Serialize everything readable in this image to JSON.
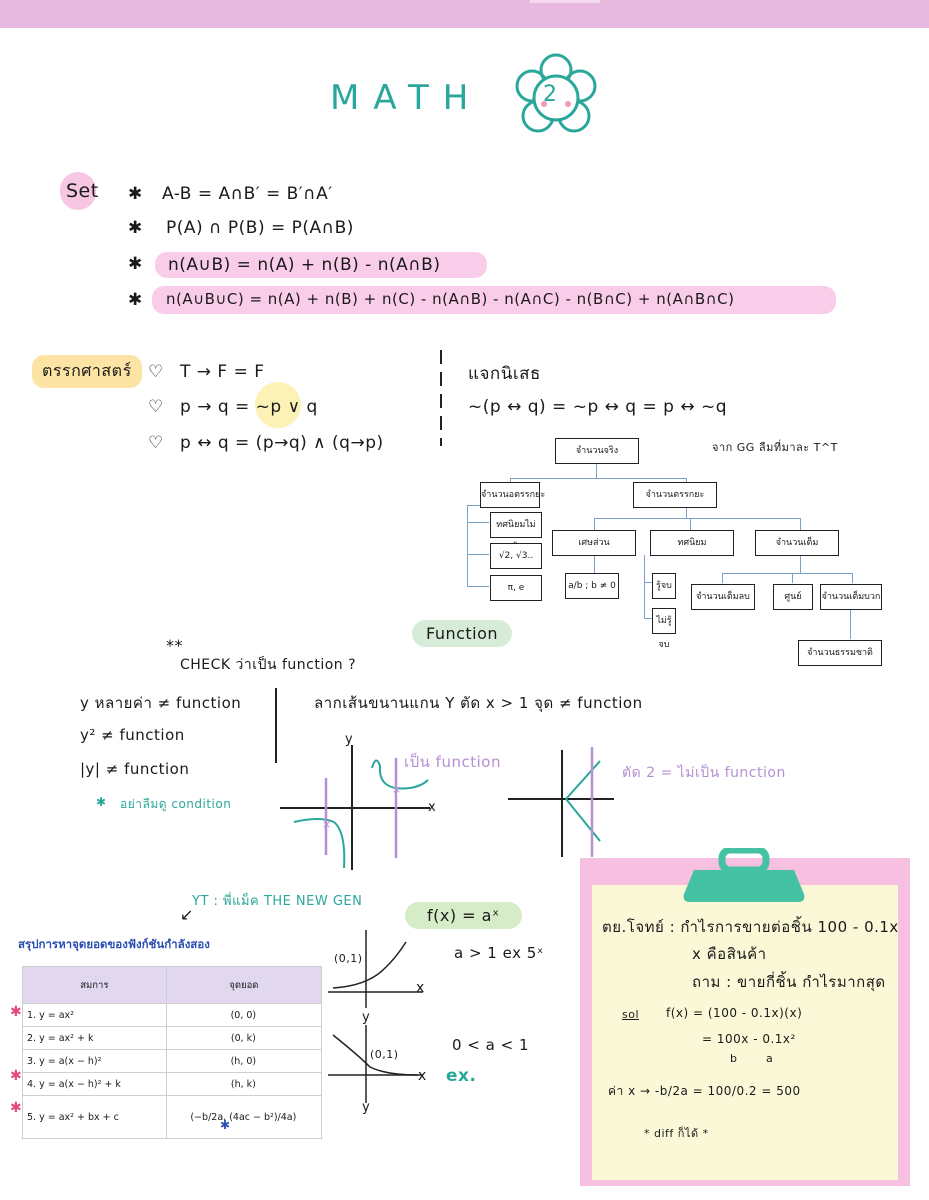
{
  "header": {
    "title": "MATH",
    "badge_number": "2"
  },
  "sets": {
    "tag": "Set",
    "lines": [
      "A-B  =  A∩B′  =  B′∩A′",
      "P(A) ∩ P(B)  =  P(A∩B)",
      "n(A∪B)  =  n(A) + n(B)  - n(A∩B)",
      "n(A∪B∪C)  =  n(A) + n(B) + n(C) - n(A∩B) - n(A∩C) - n(B∩C) + n(A∩B∩C)"
    ]
  },
  "logic": {
    "tag": "ตรรกศาสตร์",
    "lines": [
      "T → F  =  F",
      "p → q  =  ~p ∨ q",
      "p ↔ q  =  (p→q) ∧ (q→p)"
    ],
    "negation_title": "แจกนิเสธ",
    "negation_line": "~(p ↔ q)  =  ~p ↔ q  =  p ↔ ~q"
  },
  "number_tree": {
    "note": "จาก GG ลืมที่มาละ T^T",
    "root": "จำนวนจริง",
    "irrational": "จำนวนอตรรกยะ",
    "rational": "จำนวนตรรกยะ",
    "irr_children": [
      "ทศนิยมไม่ซ้ำ",
      "√2, √3..",
      "π, e"
    ],
    "fraction": "เศษส่วน",
    "fraction_form": "a/b ; b ≠ 0",
    "decimal": "ทศนิยม",
    "decimal_children": [
      "รู้จบ",
      "ไม่รู้จบ"
    ],
    "integer": "จำนวนเต็ม",
    "integer_children": [
      "จำนวนเต็มลบ",
      "ศูนย์",
      "จำนวนเต็มบวก"
    ],
    "natural": "จำนวนธรรมชาติ"
  },
  "function": {
    "tag": "Function",
    "check_title": "CHECK ว่าเป็น function ?",
    "stars": "**",
    "rules": [
      "y หลายค่า ≠ function",
      "y²  ≠  function",
      "|y|  ≠  function"
    ],
    "reminder": "อย่าลืมดู condition",
    "vertical_test": "ลากเส้นขนานแกน Y ตัด x > 1 จุด  ≠ function",
    "is_function": "เป็น function",
    "not_function": "ตัด 2 = ไม่เป็น function",
    "axis_x": "x",
    "axis_y": "y"
  },
  "vertex": {
    "yt_note": "YT : พี่แม็ค THE NEW GEN",
    "table_title": "สรุปการหาจุดยอดของฟังก์ชันกำลังสอง",
    "col_eq": "สมการ",
    "col_vertex": "จุดยอด",
    "rows": [
      {
        "eq": "1. y = ax²",
        "vertex": "(0, 0)"
      },
      {
        "eq": "2. y = ax² + k",
        "vertex": "(0, k)"
      },
      {
        "eq": "3. y = a(x − h)²",
        "vertex": "(h, 0)"
      },
      {
        "eq": "4. y = a(x − h)² + k",
        "vertex": "(h, k)"
      },
      {
        "eq": "5. y = ax² + bx + c",
        "vertex": "(−b/2a, (4ac − b²)/4a)"
      }
    ]
  },
  "exponential": {
    "tag": "f(x) = aˣ",
    "point": "(0,1)",
    "case1": "a > 1    ex  5ˣ",
    "case2": "0 < a < 1",
    "case2_ex": "ex."
  },
  "clipboard": {
    "q1": "ตย.โจทย์ :  กำไรการขายต่อชิ้น 100 - 0.1x",
    "q2": "x คือสินค้า",
    "q3": "ถาม : ขายกี่ชิ้น  กำไรมากสุด",
    "sol_label": "sol",
    "s1": "f(x)  =  (100 - 0.1x)(x)",
    "s2": "=  100x  -  0.1x²",
    "s2_b": "b",
    "s2_a": "a",
    "s3": "ค่า x  →  -b/2a  =  100/0.2  =  500",
    "s4": "* diff ก็ได้ *"
  },
  "colors": {
    "accent": "#2aa79b",
    "pink": "#f9cde9",
    "purple": "#b58fd3",
    "yellow": "#fde3a4"
  }
}
